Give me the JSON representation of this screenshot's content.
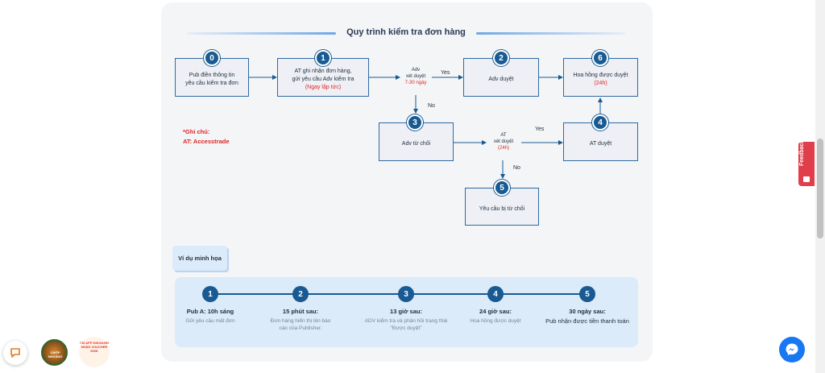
{
  "flow": {
    "title": "Quy trình kiểm tra đơn hàng",
    "nodes": [
      {
        "num": "0",
        "line1": "Pub điền thông tin",
        "line2": "yêu cầu kiểm tra đơn",
        "line3": ""
      },
      {
        "num": "1",
        "line1": "AT ghi nhận đơn hàng,",
        "line2": "gửi yêu cầu Adv kiểm tra",
        "line3": "(Ngay lập tức)"
      },
      {
        "num": "2",
        "line1": "Adv duyệt",
        "line2": "",
        "line3": ""
      },
      {
        "num": "6",
        "line1": "Hoa hồng được duyệt",
        "line2": "(24h)",
        "line3": ""
      },
      {
        "num": "3",
        "line1": "Adv từ chối",
        "line2": "",
        "line3": ""
      },
      {
        "num": "4",
        "line1": "AT duyệt",
        "line2": "",
        "line3": ""
      },
      {
        "num": "5",
        "line1": "Yêu cầu bị từ chối",
        "line2": "",
        "line3": ""
      }
    ],
    "decision_adv": {
      "line1": "Adv",
      "line2": "xét duyệt",
      "line3": "7-30 ngày"
    },
    "decision_at": {
      "line1": "AT",
      "line2": "xét duyệt",
      "line3": "(24h)"
    },
    "labels": {
      "yes1": "Yes",
      "no1": "No",
      "yes2": "Yes",
      "no2": "No"
    },
    "note": {
      "line1": "*Ghi chú:",
      "line2": "AT: Accesstrade"
    }
  },
  "example": {
    "tag": "Ví dụ minh họa",
    "steps": [
      {
        "num": "1",
        "head": "Pub A: 10h sáng",
        "sub": "Gửi yêu cầu mất đơn"
      },
      {
        "num": "2",
        "head": "15 phút sau:",
        "sub": "Đơn hàng hiển thị lên báo cáo của Publisher."
      },
      {
        "num": "3",
        "head": "13 giờ sau:",
        "sub": "ADV kiểm tra và phản hồi trạng thái \"Được duyệt\""
      },
      {
        "num": "4",
        "head": "24 giờ sau:",
        "sub": "Hoa hồng được duyệt"
      },
      {
        "num": "5",
        "head": "30 ngày sau:",
        "sub": "Pub nhận được tiền thanh toán"
      }
    ]
  },
  "widgets": {
    "feedback_label": "Feedback",
    "promo1_text": "CHỚP NHOÁNG",
    "promo2_text": "TẢI APP DINGAGEI NHẬN VOUCHER 500K",
    "icons": [
      "chat-icon",
      "messenger-icon",
      "feedback-icon"
    ]
  },
  "colors": {
    "primary": "#185a91",
    "accent_red": "#e02424",
    "panel": "#dcebf9",
    "feedback": "#e03e4a",
    "messenger": "#1877f2"
  }
}
